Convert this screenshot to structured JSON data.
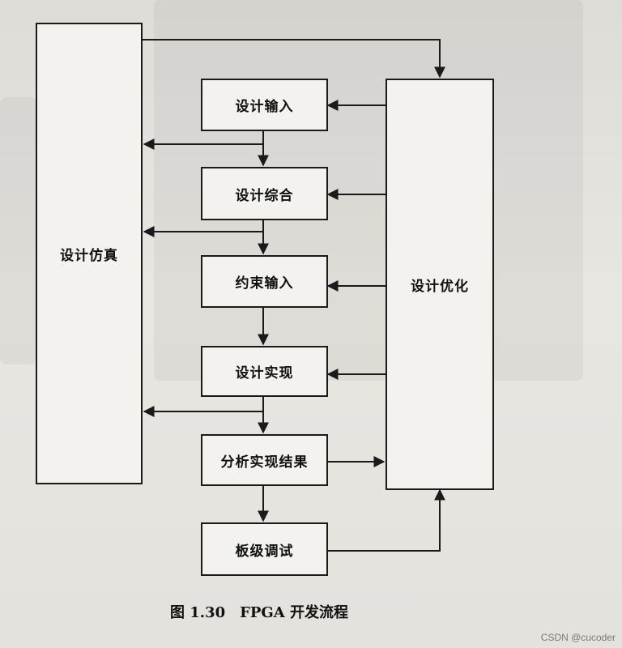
{
  "diagram": {
    "nodes": {
      "simulation": "设计仿真",
      "design_input": "设计输入",
      "synthesis": "设计综合",
      "constraint_input": "约束输入",
      "implementation": "设计实现",
      "analysis": "分析实现结果",
      "board_debug": "板级调试",
      "optimization": "设计优化"
    },
    "edges": [
      {
        "from": "simulation",
        "to": "optimization"
      },
      {
        "from": "design_input",
        "to": "synthesis"
      },
      {
        "from": "synthesis",
        "to": "constraint_input"
      },
      {
        "from": "constraint_input",
        "to": "implementation"
      },
      {
        "from": "implementation",
        "to": "analysis"
      },
      {
        "from": "analysis",
        "to": "board_debug"
      },
      {
        "from": "optimization",
        "to": "design_input"
      },
      {
        "from": "optimization",
        "to": "synthesis"
      },
      {
        "from": "optimization",
        "to": "constraint_input"
      },
      {
        "from": "optimization",
        "to": "implementation"
      },
      {
        "from": "analysis",
        "to": "optimization"
      },
      {
        "from": "board_debug",
        "to": "optimization"
      },
      {
        "from": "design_input",
        "to": "simulation"
      },
      {
        "from": "synthesis",
        "to": "simulation"
      },
      {
        "from": "implementation",
        "to": "simulation"
      }
    ]
  },
  "caption": "图 1.30　FPGA 开发流程",
  "watermark": "CSDN @cucoder",
  "colors": {
    "line": "#1a1a1a",
    "box_fill": "#f3f2ee",
    "background": "#e4e2dd"
  }
}
